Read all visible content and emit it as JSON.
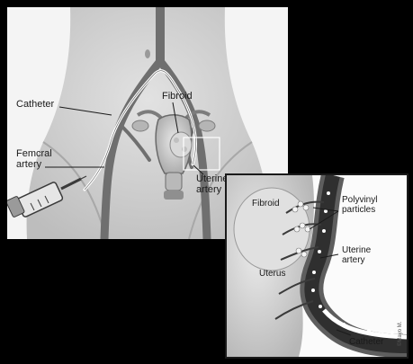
{
  "main_labels": {
    "catheter": "Catheter",
    "fibroid": "Fibroid",
    "femoral_artery_line1": "Femcral",
    "femoral_artery_line2": "artery",
    "uterine_artery_line1": "Uterine",
    "uterine_artery_line2": "artery"
  },
  "inset_labels": {
    "fibroid": "Fibroid",
    "polyvinyl_line1": "Polyvinyl",
    "polyvinyl_line2": "particles",
    "uterine_artery_line1": "Uterine",
    "uterine_artery_line2": "artery",
    "uterus": "Uterus",
    "catheter": "Catheter",
    "credit": "©Mayo M."
  },
  "colors": {
    "background": "#000000",
    "panel": "#f4f4f4",
    "body_tone": "#d2d2d2",
    "vessel": "#6f6f6f",
    "catheter": "#ffffff"
  }
}
